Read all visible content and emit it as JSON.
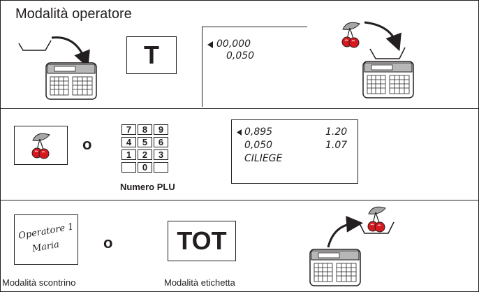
{
  "section1": {
    "title": "Modalità operatore",
    "tare_key": "T",
    "display": {
      "line1": "00,000",
      "line2": "0,050"
    }
  },
  "section2": {
    "or_label": "o",
    "keypad": [
      "7",
      "8",
      "9",
      "4",
      "5",
      "6",
      "1",
      "2",
      "3",
      "",
      "0",
      ""
    ],
    "keypad_caption": "Numero PLU",
    "display": {
      "row1_weight": "0,895",
      "row1_price": "1.20",
      "row2_weight": "0,050",
      "row2_price": "1.07",
      "row3_name": "CILIEGE"
    }
  },
  "section3": {
    "card_line1": "Operatore 1",
    "card_line2": "Maria",
    "or_label": "o",
    "total_key": "TOT",
    "caption_left": "Modalità scontrino",
    "caption_right": "Modalità etichetta"
  },
  "icons": [
    "scale-icon",
    "cherry-icon",
    "arrow-icon",
    "tray-icon",
    "display-pointer-icon"
  ],
  "colors": {
    "cherry_red": "#d7191f",
    "leaf_gray": "#a6a6a6",
    "line": "#231f20"
  }
}
